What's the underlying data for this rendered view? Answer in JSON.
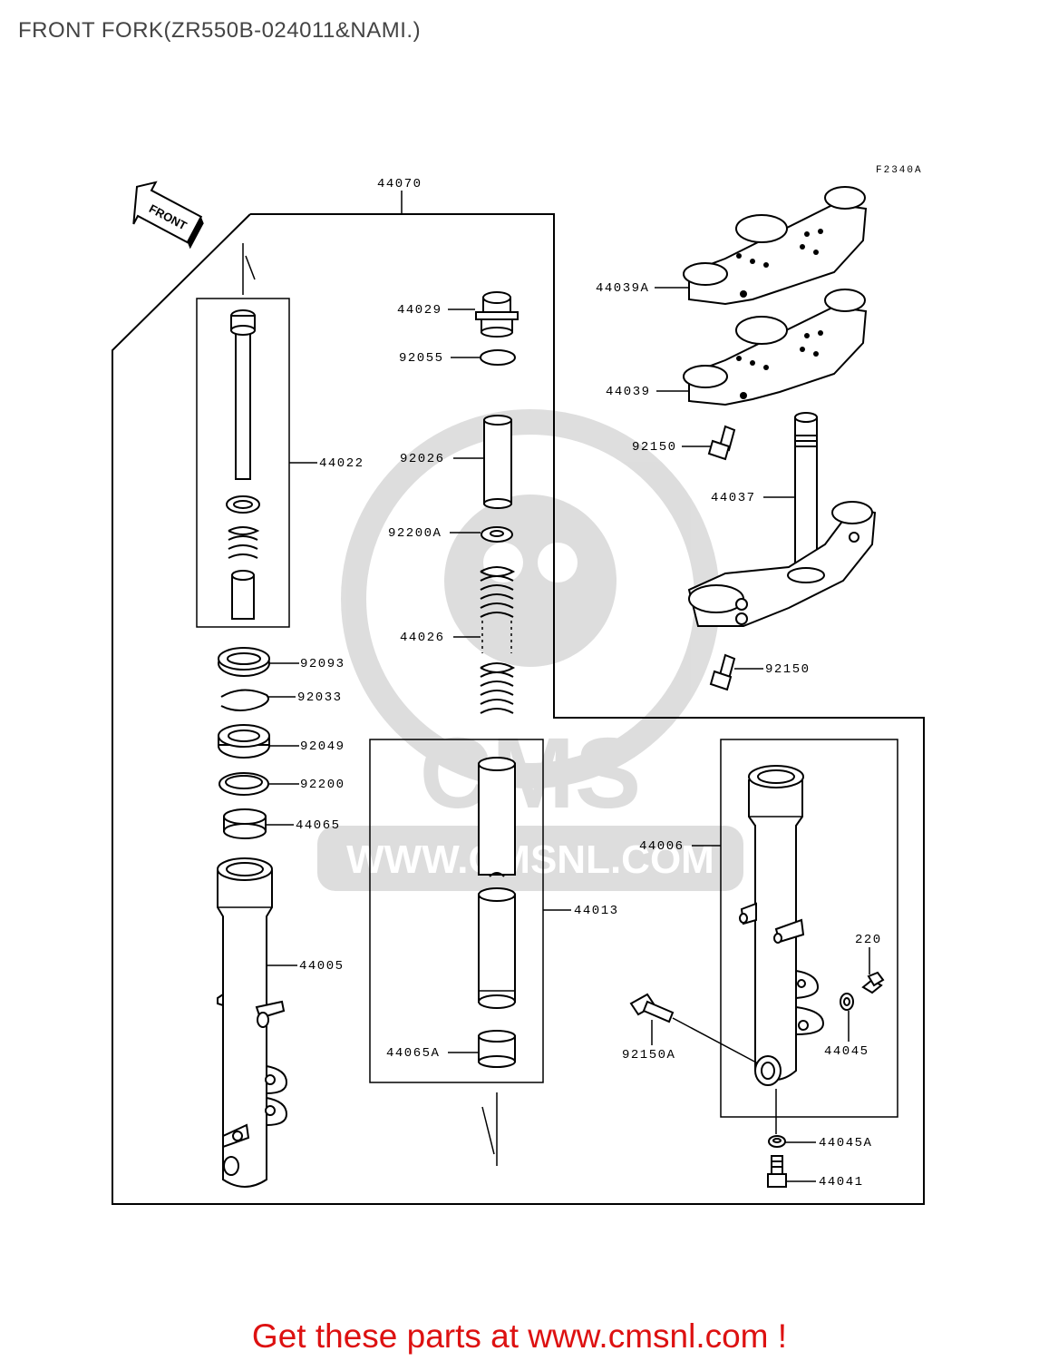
{
  "title": "FRONT FORK(ZR550B-024011&NAMI.)",
  "diagram_ref": "F2340A",
  "front_label": "FRONT",
  "watermark": {
    "brand": "CMS",
    "url": "WWW.CMSNL.COM"
  },
  "footer": "Get these parts at www.cmsnl.com !",
  "parts": {
    "p44070": "44070",
    "p44029": "44029",
    "p92055": "92055",
    "p92026": "92026",
    "p92200A": "92200A",
    "p44026": "44026",
    "p44022": "44022",
    "p92093": "92093",
    "p92033": "92033",
    "p92049": "92049",
    "p92200": "92200",
    "p44065": "44065",
    "p44005": "44005",
    "p44013": "44013",
    "p44065A": "44065A",
    "p44039A": "44039A",
    "p44039": "44039",
    "p92150a": "92150",
    "p44037": "44037",
    "p92150b": "92150",
    "p44006": "44006",
    "p220": "220",
    "p44045": "44045",
    "p92150A": "92150A",
    "p44045A": "44045A",
    "p44041": "44041"
  }
}
